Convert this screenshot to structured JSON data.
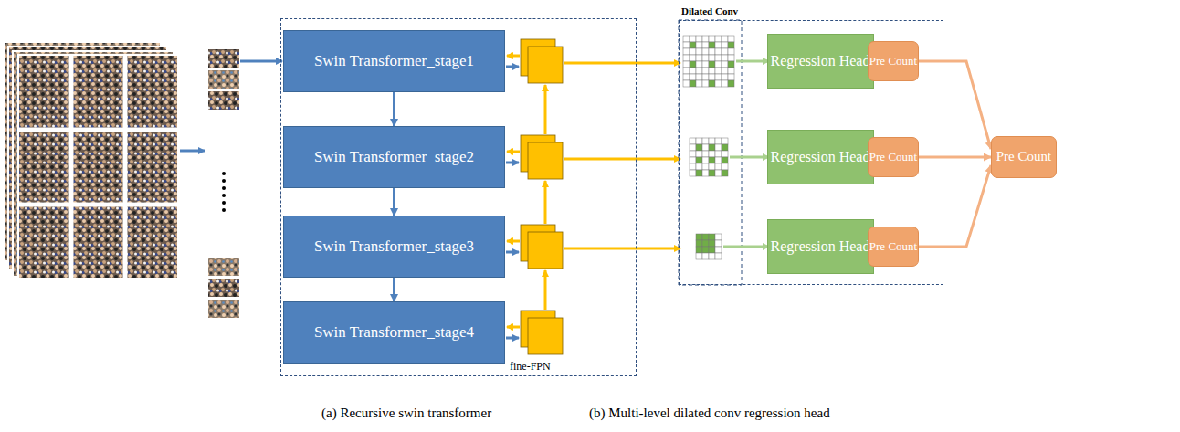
{
  "diagram": {
    "nodes": [
      {
        "text": [
          "fine-FPN"
        ]
      },
      {
        "text": [
          "Swin Transformer_stage1"
        ],
        "in": 0
      },
      {
        "text": [
          "Swin Transformer_stage2"
        ],
        "in": 0
      },
      {
        "text": [
          "Swin Transformer_stage3"
        ],
        "in": 0
      },
      {
        "text": [
          "Swin Transformer_stage4"
        ],
        "in": 0
      },
      {
        "text": [
          "Dilated Conv"
        ]
      },
      {
        "text": [
          "Regression Head"
        ],
        "in": 5
      },
      {
        "text": [
          "Pre Count"
        ],
        "in": 5
      },
      {
        "text": [
          "Regression Head"
        ],
        "in": 5
      },
      {
        "text": [
          "Pre Count"
        ],
        "in": 5
      },
      {
        "text": [
          "Regression Head"
        ],
        "in": 5
      },
      {
        "text": [
          "Pre Count"
        ],
        "in": 5
      },
      {
        "text": [
          "Pre Count"
        ]
      }
    ],
    "edges": [
      {
        "from": 1,
        "to": 2,
        "arrow": "to"
      },
      {
        "from": 2,
        "to": 3,
        "arrow": "to"
      },
      {
        "from": 3,
        "to": 4,
        "arrow": "to"
      },
      {
        "from": 7,
        "to": 12,
        "arrow": "to"
      },
      {
        "from": 9,
        "to": 12,
        "arrow": "to"
      },
      {
        "from": 11,
        "to": 12,
        "arrow": "to"
      }
    ],
    "labels": [
      "(a) Recursive swin transformer",
      "(b) Multi-level dilated conv regression head"
    ]
  }
}
